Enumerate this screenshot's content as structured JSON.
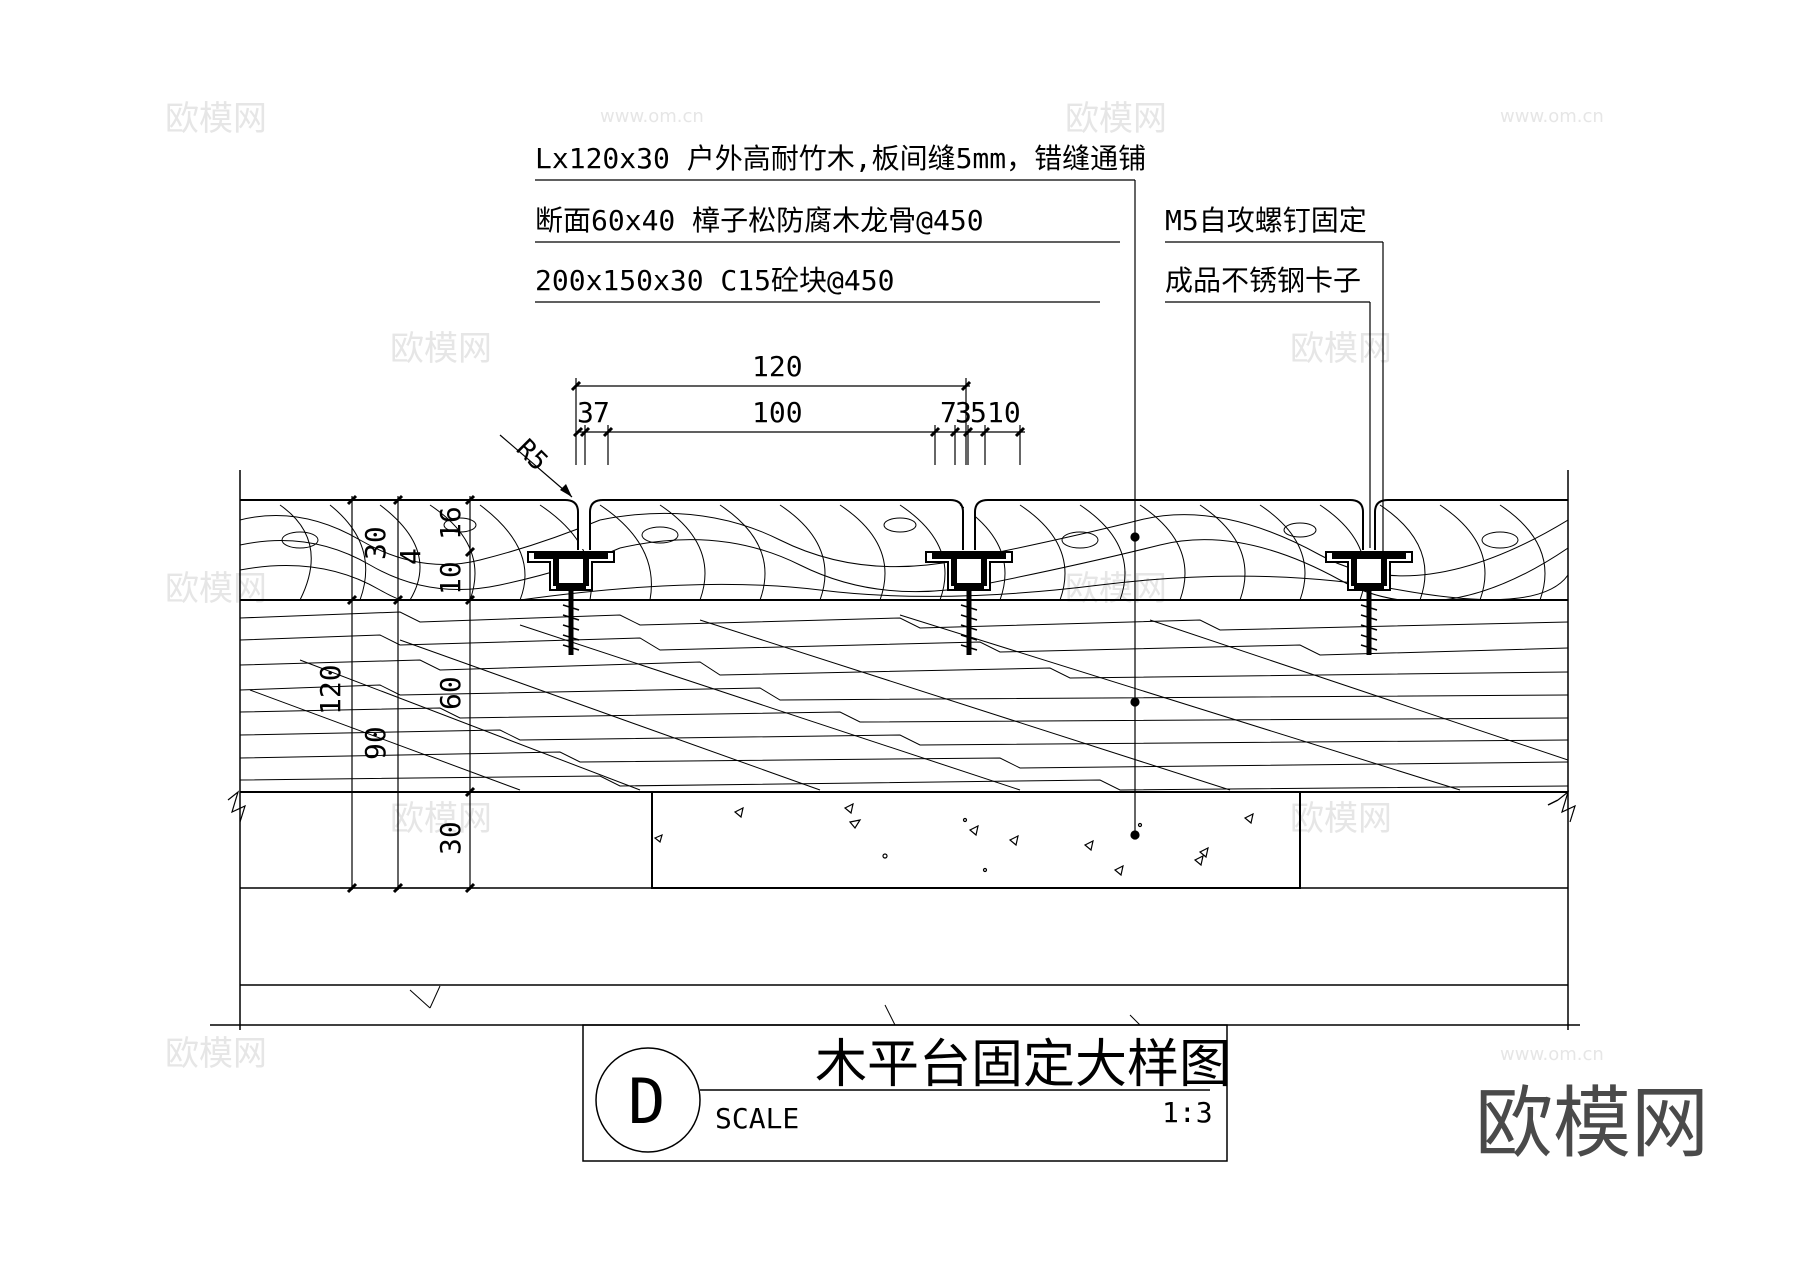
{
  "watermark": {
    "site_text": "欧模网",
    "url_text": "www.om.cn"
  },
  "callouts_left": {
    "line1": "Lx120x30 户外高耐竹木,板间缝5mm，错缝通铺",
    "line2": "断面60x40 樟子松防腐木龙骨@450",
    "line3": "200x150x30 C15砼块@450"
  },
  "callouts_right": {
    "line1": "M5自攻螺钉固定",
    "line2": "成品不锈钢卡子"
  },
  "dims_top": {
    "overall": "120",
    "d3": "3",
    "d7a": "7",
    "middle": "100",
    "d7b": "7",
    "d3b": "3",
    "d5": "5",
    "d10": "10",
    "radius": "R5"
  },
  "dims_left": {
    "d30": "30",
    "d4": "4",
    "d16": "16",
    "d10": "10",
    "d120": "120",
    "d90": "90",
    "d60": "60",
    "d30b": "30"
  },
  "title_block": {
    "label": "D",
    "title": "木平台固定大样图",
    "scale_label": "SCALE",
    "scale_value": "1:3"
  },
  "brand": "欧模网"
}
